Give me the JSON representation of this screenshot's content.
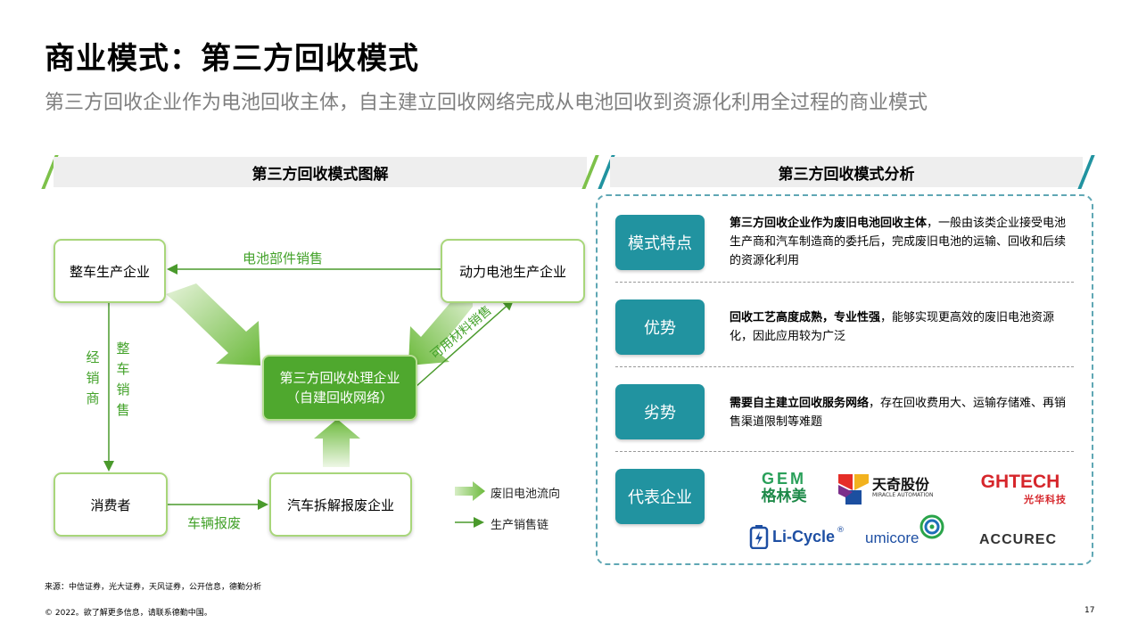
{
  "header": {
    "title": "商业模式：第三方回收模式",
    "subtitle": "第三方回收企业作为电池回收主体，自主建立回收网络完成从电池回收到资源化利用全过程的商业模式"
  },
  "left_section": {
    "header": "第三方回收模式图解",
    "nodes": {
      "vehicle_maker": "整车生产企业",
      "battery_maker": "动力电池生产企业",
      "center_line1": "第三方回收处理企业",
      "center_line2": "（自建回收网络）",
      "consumer": "消费者",
      "dismantler": "汽车拆解报废企业"
    },
    "labels": {
      "battery_parts_sales": "电池部件销售",
      "dealer": "经销商",
      "vehicle_sales": "整车销售",
      "usable_material_sales": "可用材料销售",
      "vehicle_scrap": "车辆报废"
    },
    "legend": {
      "waste_flow": "废旧电池流向",
      "sales_chain": "生产销售链"
    }
  },
  "right_section": {
    "header": "第三方回收模式分析",
    "rows": [
      {
        "label": "模式特点",
        "bold": "第三方回收企业作为废旧电池回收主体",
        "text": "，一般由该类企业接受电池生产商和汽车制造商的委托后，完成废旧电池的运输、回收和后续的资源化利用"
      },
      {
        "label": "优势",
        "bold": "回收工艺高度成熟，专业性强",
        "text": "，能够实现更高效的废旧电池资源化，因此应用较为广泛"
      },
      {
        "label": "劣势",
        "bold": "需要自主建立回收服务网络",
        "text": "，存在回收费用大、运输存储难、再销售渠道限制等难题"
      },
      {
        "label": "代表企业",
        "bold": "",
        "text": ""
      }
    ],
    "logos": {
      "gem_top": "GEM",
      "gem_cn": "格林美",
      "tianqi_cn": "天奇股份",
      "tianqi_en": "MIRACLE AUTOMATION",
      "ghtech": "GHTECH",
      "ghtech_cn": "光华科技",
      "licycle": "Li-Cycle",
      "licycle_mark": "®",
      "umicore": "umicore",
      "accurec": "ACCUREC"
    }
  },
  "footer": {
    "source": "来源：中信证券，光大证券，天风证券，公开信息，德勤分析",
    "copyright": "© 2022。欲了解更多信息，请联系德勤中国。",
    "page": "17"
  },
  "colors": {
    "green": "#4fa82e",
    "teal": "#2193a0",
    "light_green": "#a8d67a"
  }
}
